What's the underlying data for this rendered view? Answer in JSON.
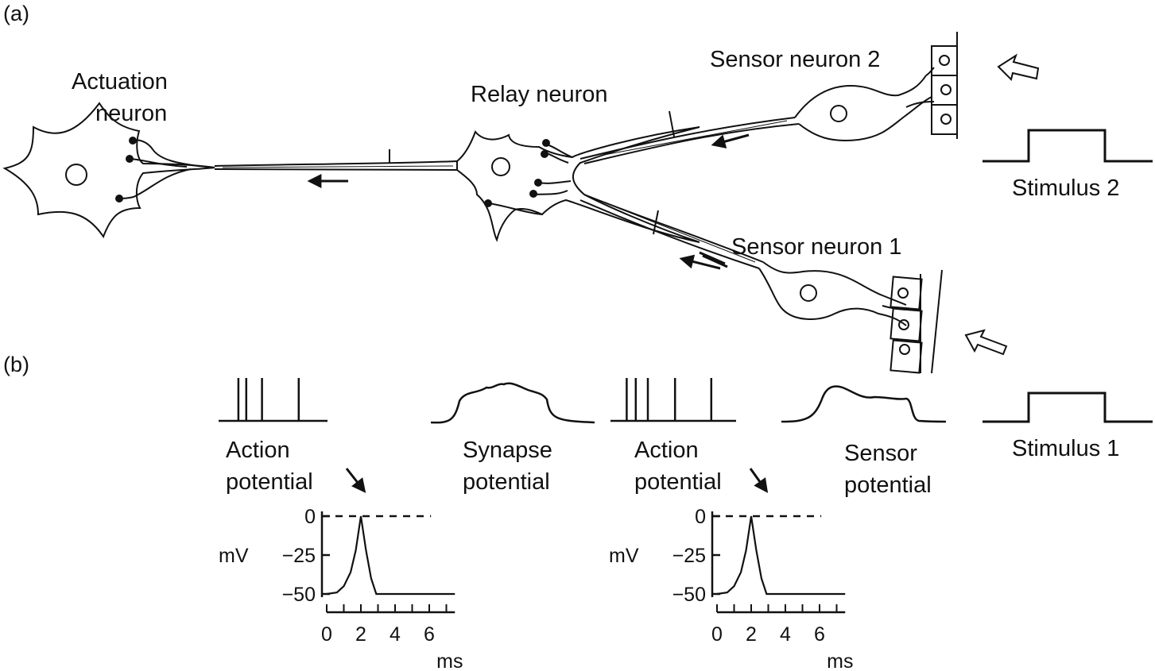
{
  "panels": {
    "a": "(a)",
    "b": "(b)"
  },
  "neurons": {
    "actuation": [
      "Actuation",
      "neuron"
    ],
    "relay": "Relay neuron",
    "sensor2": "Sensor neuron 2",
    "sensor1": "Sensor neuron 1"
  },
  "stimuli": {
    "s2": "Stimulus 2",
    "s1": "Stimulus 1"
  },
  "signals": {
    "action_left": [
      "Action",
      "potential"
    ],
    "synapse": [
      "Synapse",
      "potential"
    ],
    "action_right": [
      "Action",
      "potential"
    ],
    "sensor": [
      "Sensor",
      "potential"
    ]
  },
  "spike_trains": {
    "left_ms": [
      0.3,
      0.6,
      1.2,
      2.6
    ],
    "right_ms": [
      0.3,
      0.6,
      1.0,
      1.9,
      3.1
    ]
  },
  "plots": {
    "ylabel": "mV",
    "yticks": [
      "0",
      "−25",
      "−50"
    ],
    "xticks": [
      "0",
      "2",
      "4",
      "6"
    ],
    "xunit": "ms",
    "yrange_mV": [
      -50,
      0
    ],
    "xrange_ms": [
      0,
      7.5
    ],
    "trace": [
      [
        0,
        -50
      ],
      [
        0.6,
        -49
      ],
      [
        1.0,
        -45
      ],
      [
        1.4,
        -36
      ],
      [
        1.7,
        -22
      ],
      [
        2.0,
        0
      ],
      [
        2.3,
        -22
      ],
      [
        2.6,
        -40
      ],
      [
        2.9,
        -50
      ],
      [
        7.5,
        -50
      ]
    ],
    "resting_line_dashed": true
  },
  "colors": {
    "ink": "#111111",
    "background": "#ffffff"
  }
}
